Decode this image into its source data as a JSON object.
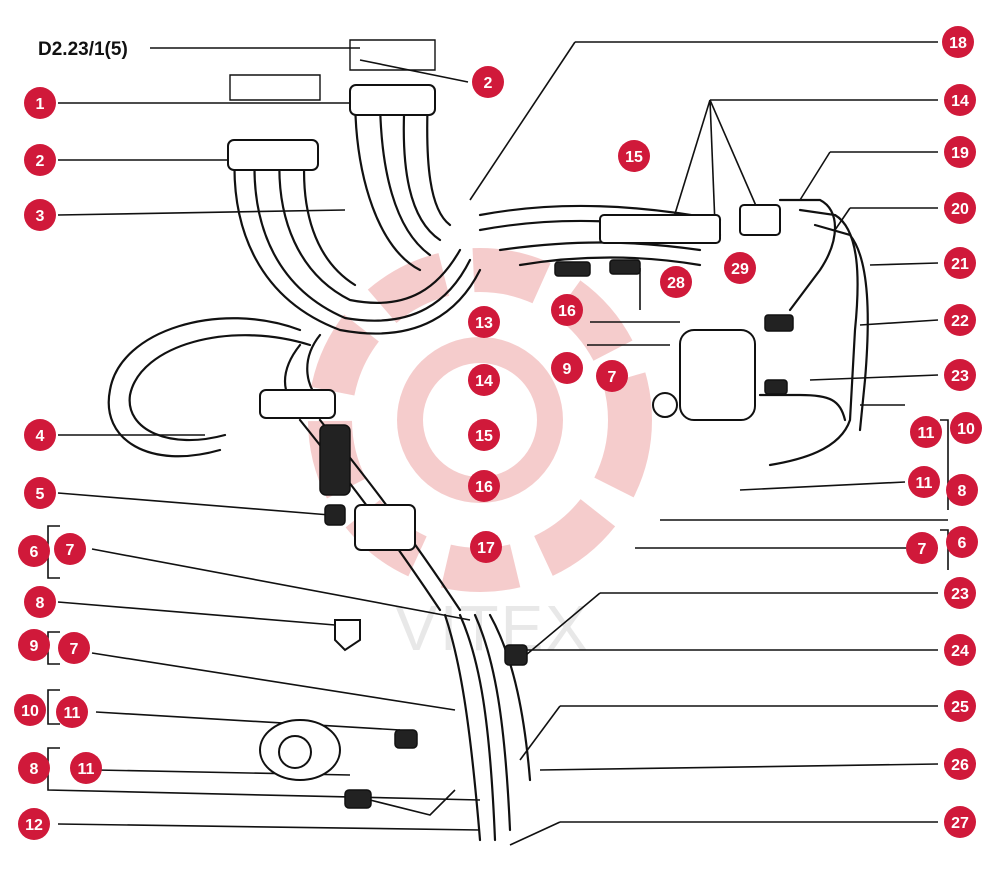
{
  "diagram": {
    "code": "D2.23/1(5)",
    "watermark": "VITEX",
    "badge_color": "#d0193a",
    "watermark_color": "#f4c7c7",
    "callouts": [
      {
        "id": "c1",
        "label": "18"
      },
      {
        "id": "c2",
        "label": "2"
      },
      {
        "id": "c3",
        "label": "1"
      },
      {
        "id": "c4",
        "label": "14"
      },
      {
        "id": "c5",
        "label": "2"
      },
      {
        "id": "c6",
        "label": "15"
      },
      {
        "id": "c7",
        "label": "19"
      },
      {
        "id": "c8",
        "label": "3"
      },
      {
        "id": "c9",
        "label": "20"
      },
      {
        "id": "c10",
        "label": "29"
      },
      {
        "id": "c11",
        "label": "28"
      },
      {
        "id": "c12",
        "label": "21"
      },
      {
        "id": "c13",
        "label": "16"
      },
      {
        "id": "c14",
        "label": "13"
      },
      {
        "id": "c15",
        "label": "22"
      },
      {
        "id": "c16",
        "label": "9"
      },
      {
        "id": "c17",
        "label": "7"
      },
      {
        "id": "c18",
        "label": "14"
      },
      {
        "id": "c19",
        "label": "23"
      },
      {
        "id": "c20",
        "label": "4"
      },
      {
        "id": "c21",
        "label": "15"
      },
      {
        "id": "c22",
        "label": "11"
      },
      {
        "id": "c23",
        "label": "10"
      },
      {
        "id": "c24",
        "label": "16"
      },
      {
        "id": "c25",
        "label": "11"
      },
      {
        "id": "c26",
        "label": "8"
      },
      {
        "id": "c27",
        "label": "5"
      },
      {
        "id": "c28",
        "label": "6"
      },
      {
        "id": "c29",
        "label": "7"
      },
      {
        "id": "c30",
        "label": "17"
      },
      {
        "id": "c31",
        "label": "7"
      },
      {
        "id": "c32",
        "label": "6"
      },
      {
        "id": "c33",
        "label": "8"
      },
      {
        "id": "c34",
        "label": "23"
      },
      {
        "id": "c35",
        "label": "9"
      },
      {
        "id": "c36",
        "label": "7"
      },
      {
        "id": "c37",
        "label": "24"
      },
      {
        "id": "c38",
        "label": "10"
      },
      {
        "id": "c39",
        "label": "11"
      },
      {
        "id": "c40",
        "label": "25"
      },
      {
        "id": "c41",
        "label": "8"
      },
      {
        "id": "c42",
        "label": "11"
      },
      {
        "id": "c43",
        "label": "26"
      },
      {
        "id": "c44",
        "label": "12"
      },
      {
        "id": "c45",
        "label": "27"
      }
    ]
  }
}
